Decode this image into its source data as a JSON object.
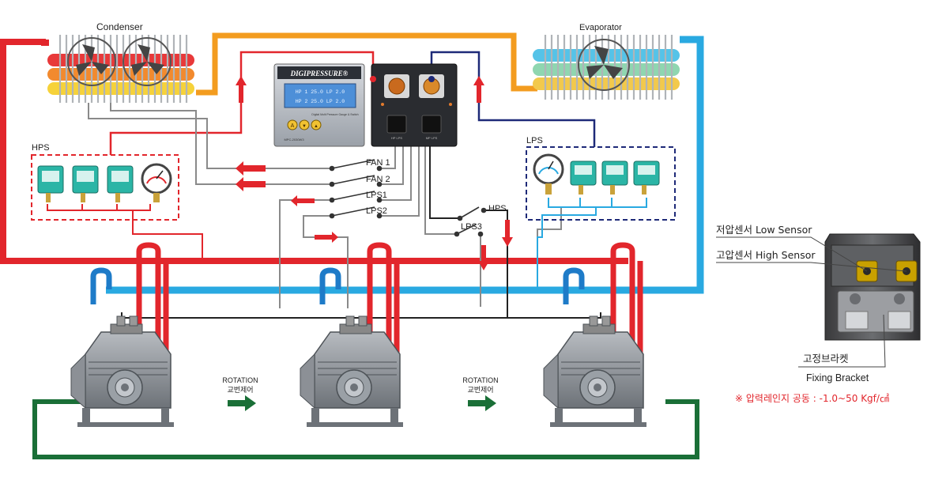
{
  "labels": {
    "condenser": "Condenser",
    "evaporator": "Evaporator",
    "hps_box": "HPS",
    "lps_box": "LPS",
    "fan1": "FAN 1",
    "fan2": "FAN 2",
    "lps1": "LPS1",
    "lps2": "LPS2",
    "hps_switch": "HPS",
    "lps3": "LPS3",
    "rotation_1": "ROTATION",
    "rotation_1_kr": "교번제어",
    "rotation_2": "ROTATION",
    "rotation_2_kr": "교번제어"
  },
  "controller": {
    "brand": "DIGIPRESSURE®",
    "small_text": "Digital Multi Pressure Gauge & Switch",
    "model": "MPC-2030W3",
    "button_a": "A",
    "button_b": "▼",
    "button_c": "▲",
    "lcd_line1": "HP 1 25.0  LP 2.0",
    "lcd_line2": "HP 2 25.0  LP 2.0",
    "terminal_left": "HP LPS",
    "terminal_right": "MP LPS"
  },
  "sensor_panel": {
    "low_sensor": "저압센서 Low Sensor",
    "high_sensor": "고압센서 High Sensor",
    "bracket_kr": "고정브라켓",
    "bracket_en": "Fixing Bracket",
    "range_note": "※ 압력레인지 공동 : -1.0~50 Kgf/㎠"
  },
  "colors": {
    "high_pressure_red": "#e2262c",
    "low_pressure_blue": "#29a9e1",
    "discharge_orange": "#f39c1f",
    "return_green": "#1a6f37",
    "signal_gray": "#8a8a8a",
    "signal_navy": "#1e2a78",
    "switch_black": "#222222"
  }
}
